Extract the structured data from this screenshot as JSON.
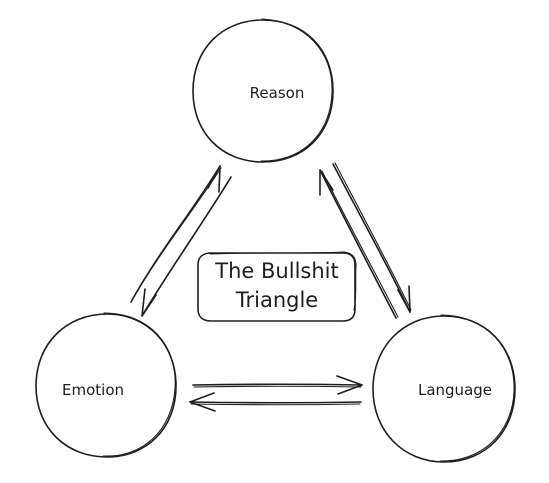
{
  "diagram": {
    "nodes": {
      "reason": {
        "label": "Reason"
      },
      "emotion": {
        "label": "Emotion"
      },
      "language": {
        "label": "Language"
      }
    },
    "title_box": {
      "line1": "The Bullshit",
      "line2": "Triangle"
    },
    "colors": {
      "stroke": "#1e1e1e",
      "background": "#ffffff"
    }
  }
}
